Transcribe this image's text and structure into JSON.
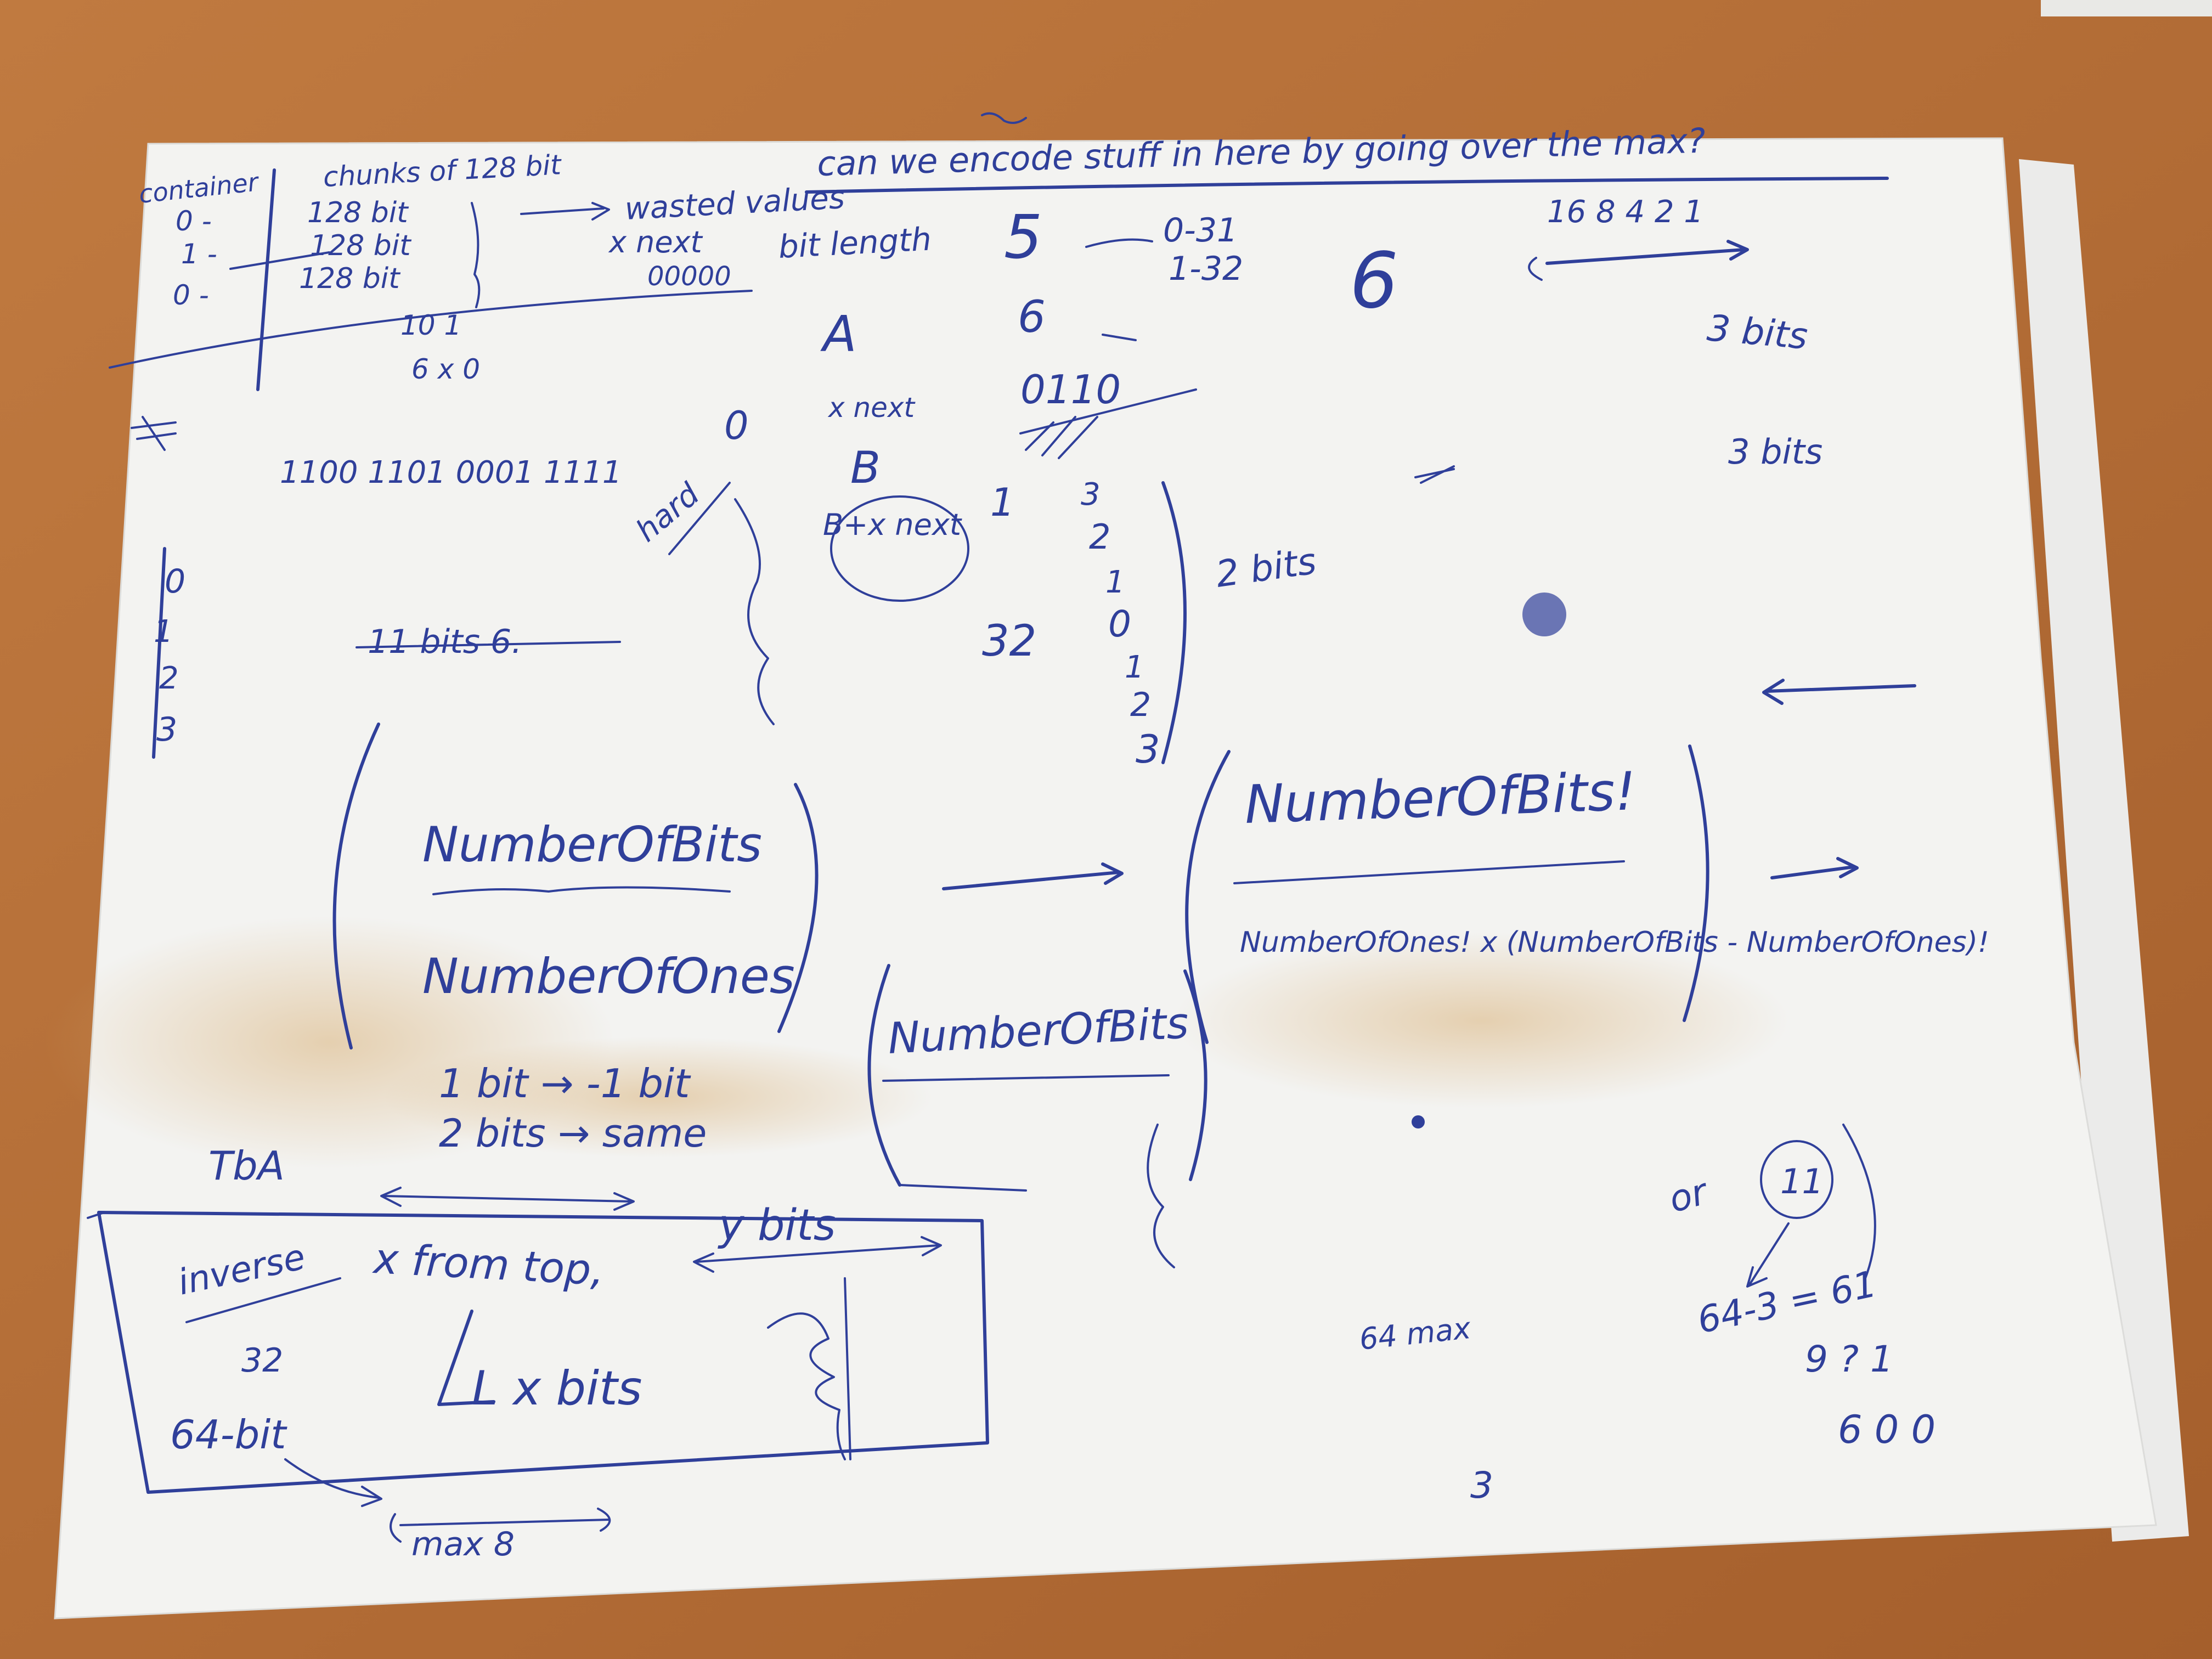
{
  "photo": {
    "colors": {
      "desk": "#b86e37",
      "paper": "#f3f3f1",
      "ink": "#2f3f9a",
      "stain": "#d9b27a"
    }
  },
  "notes": {
    "container_label": "container",
    "chunks_heading": "chunks of 128 bit",
    "row_128": [
      "128 bit",
      "128 bit",
      "128 bit"
    ],
    "left_values": [
      "0 -",
      "1 -",
      "0 -"
    ],
    "wasted_values": "wasted values",
    "x_next": "x next",
    "bit_length": "bit length",
    "zeros": "00000",
    "top_question": "can we encode stuff in here by going over the max?",
    "five": "5",
    "range_1": "0-31",
    "range_2": "1-32",
    "six_big": "6",
    "powers": "16 8 4 2 1",
    "three_bits_a": "3 bits",
    "three_bits_b": "3 bits",
    "ten_one": "10 1",
    "six_zero": "6 x 0",
    "A": "A",
    "six": "6",
    "xnext_label": "x next",
    "binary_1": "0110",
    "binary_nums": "1100 1101 0001 1111",
    "zero": "0",
    "B": "B",
    "bit_x_next": "B+x next",
    "hard": "hard",
    "one": "1",
    "thirtytwo": "32",
    "count_column": [
      "3",
      "2",
      "1",
      "0",
      "1",
      "2",
      "3"
    ],
    "two_bits": "2 bits",
    "bits_struck": "11 bits 6.",
    "side_column": [
      "0",
      "1",
      "2",
      "3"
    ],
    "binom_top": "NumberOfBits",
    "binom_bottom": "NumberOfOnes",
    "fraction_top": "NumberOfBits!",
    "fraction_bottom": "NumberOfOnes! x (NumberOfBits - NumberOfOnes)!",
    "third_top": "NumberOfBits",
    "one_bit": "1 bit → -1 bit",
    "two_bits_same": "2 bits → same",
    "tba": "TbA",
    "inverse": "inverse",
    "from_top": "x from top,",
    "y_bits": "y bits",
    "x_bits": "L x bits",
    "thirtytwo_small": "32",
    "sixtyfour_bit": "64-bit",
    "max_8": "max 8",
    "or_label": "or",
    "eleven": "11",
    "calc_1": "64-3 = 61",
    "calc_2": "9 ? 1",
    "calc_3": "6 0 0",
    "sixtyfour_max": "64 max",
    "three_small": "3"
  }
}
